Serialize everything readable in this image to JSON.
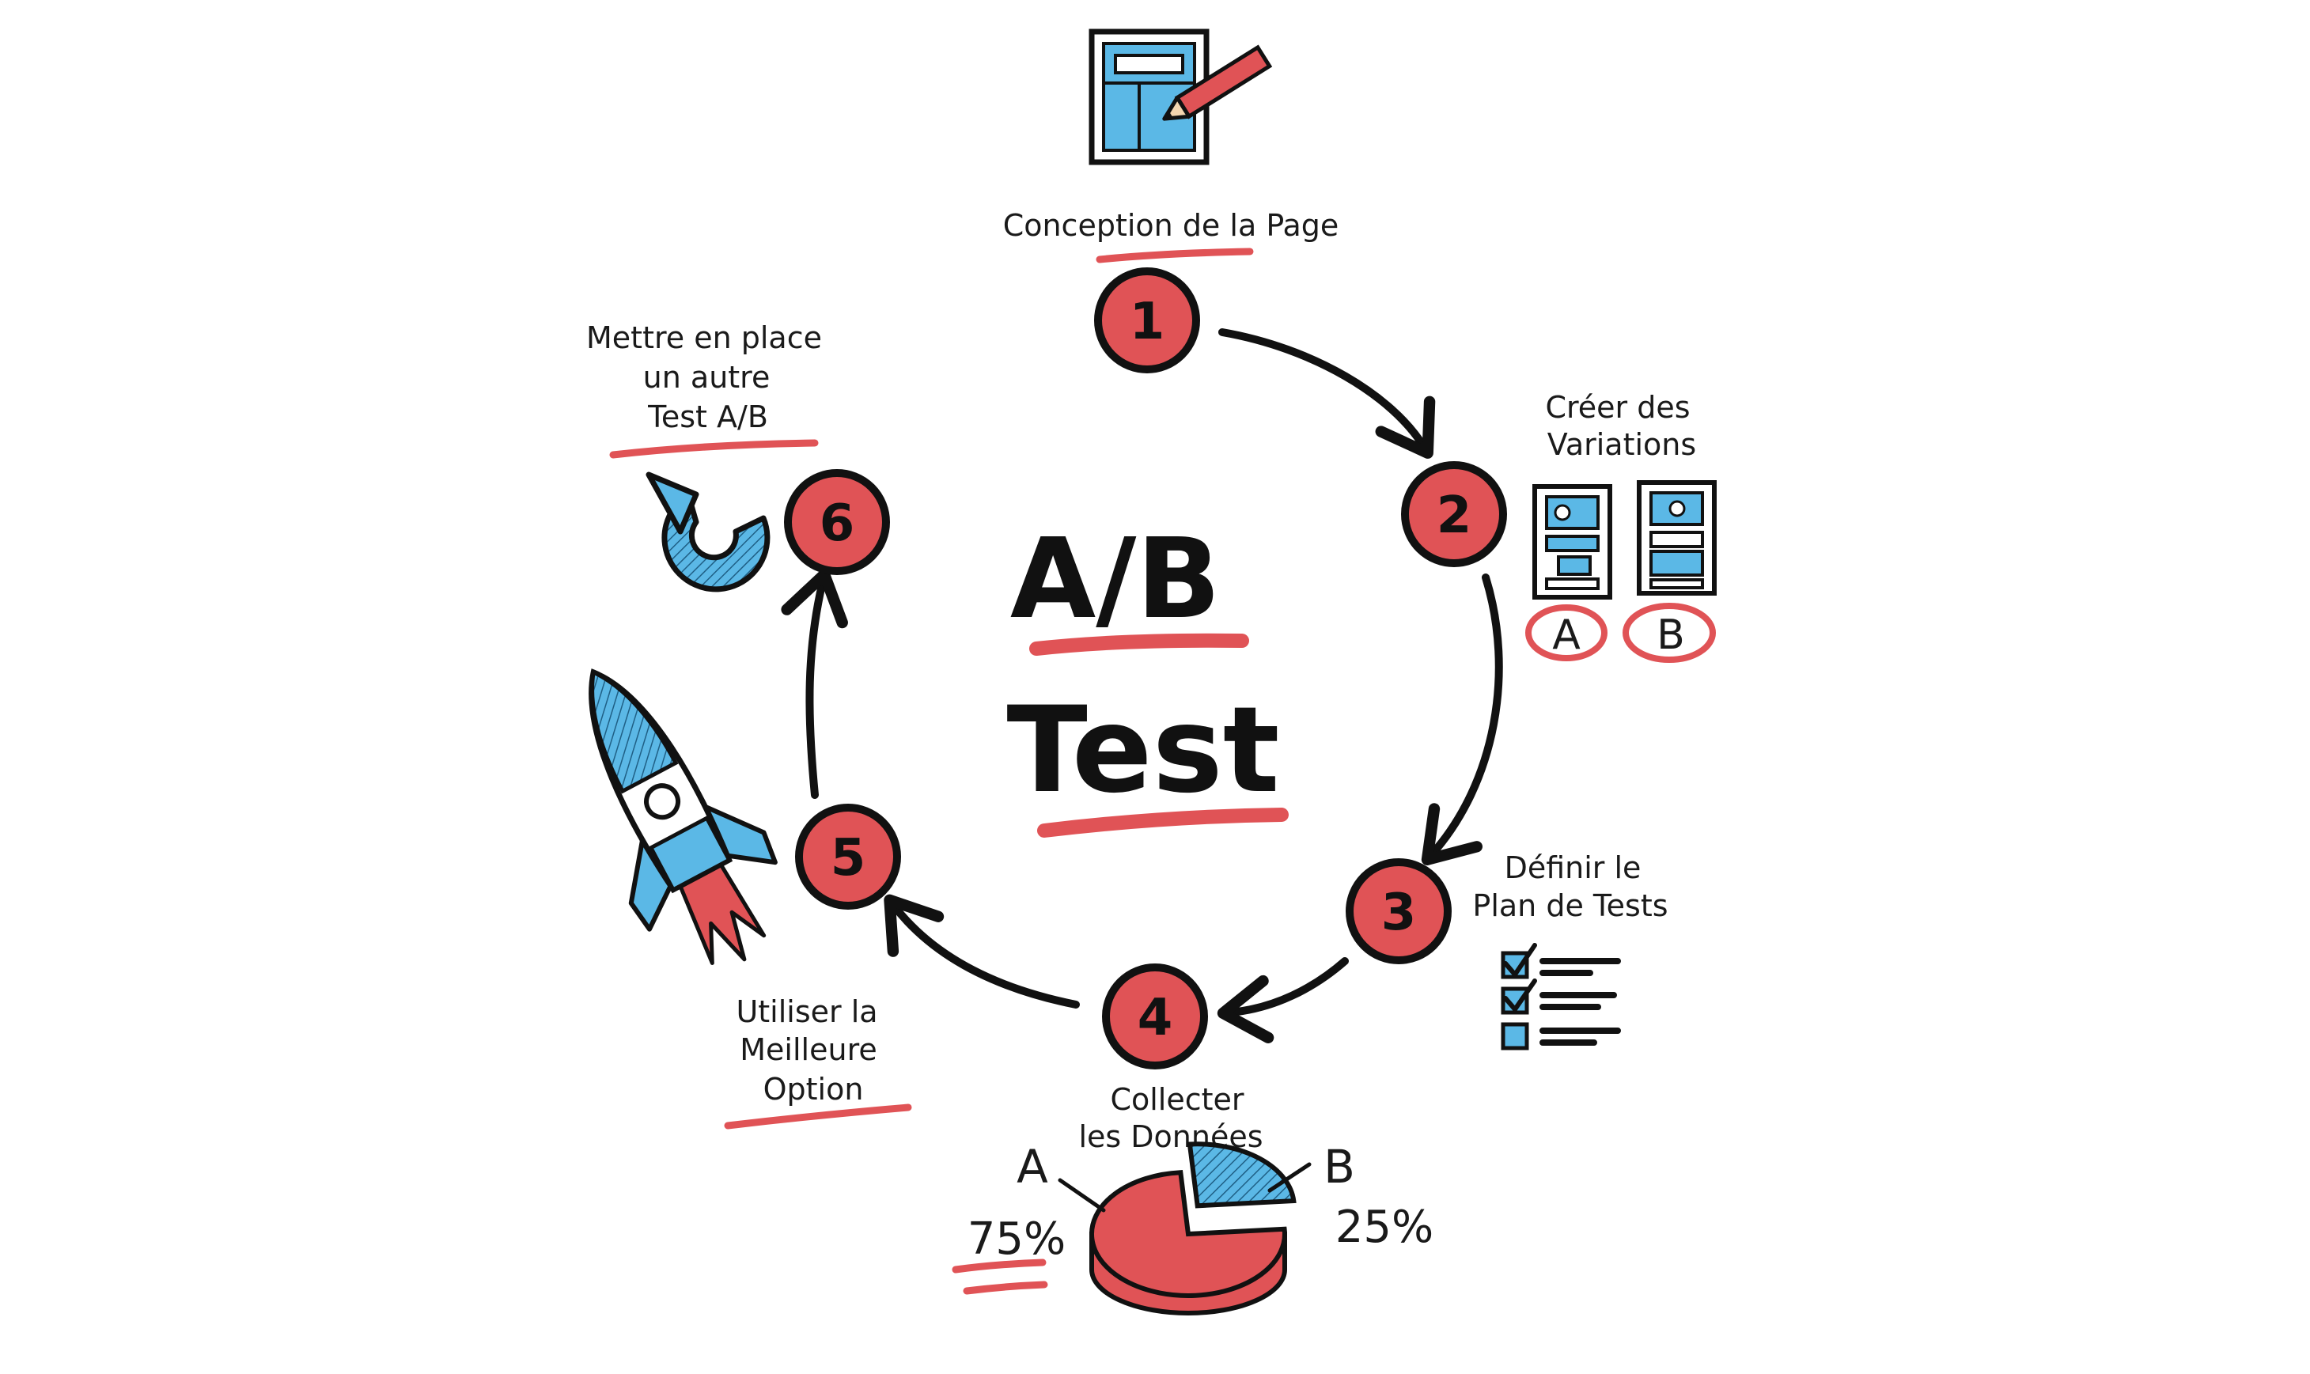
{
  "center": {
    "line1": "A/B",
    "line2": "Test"
  },
  "steps": [
    {
      "number": "1",
      "label_lines": [
        "Conception de la Page"
      ]
    },
    {
      "number": "2",
      "label_lines": [
        "Créer des",
        "Variations"
      ]
    },
    {
      "number": "3",
      "label_lines": [
        "Définir le",
        "Plan de Tests"
      ]
    },
    {
      "number": "4",
      "label_lines": [
        "Collecter",
        "les Données"
      ]
    },
    {
      "number": "5",
      "label_lines": [
        "Utiliser la",
        "Meilleure",
        "Option"
      ]
    },
    {
      "number": "6",
      "label_lines": [
        "Mettre en place",
        "un autre",
        "Test A/B"
      ]
    }
  ],
  "variations": {
    "a": "A",
    "b": "B"
  },
  "pie": {
    "a_label": "A",
    "a_percent": "75%",
    "a_value": 75,
    "b_label": "B",
    "b_percent": "25%",
    "b_value": 25
  },
  "icons": [
    "wireframe-pencil-icon",
    "variation-a-icon",
    "variation-b-icon",
    "checklist-icon",
    "pie-chart-icon",
    "rocket-icon",
    "refresh-icon"
  ],
  "colors": {
    "accent_red": "#e05356",
    "accent_blue": "#5bb8e6",
    "ink": "#111111"
  }
}
